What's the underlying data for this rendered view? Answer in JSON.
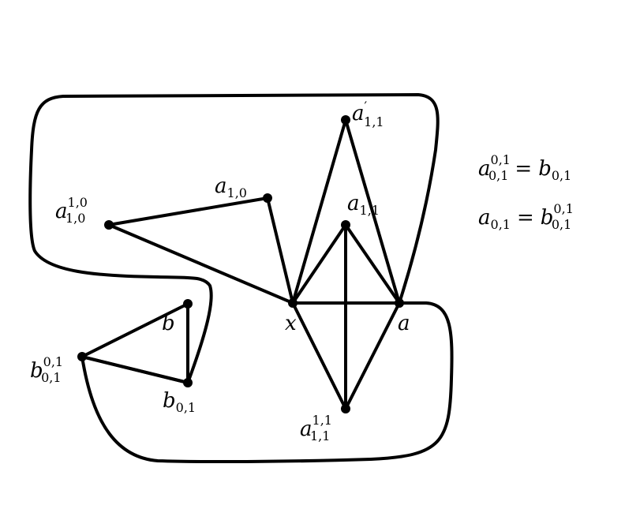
{
  "labels": {
    "a10": {
      "base": "a",
      "sub": "1,0",
      "sup": ""
    },
    "a10_sup": {
      "base": "a",
      "sub": "1,0",
      "sup": "1,0"
    },
    "a11_prime": {
      "base": "a",
      "sub": "1,1",
      "sup": "′"
    },
    "a11": {
      "base": "a",
      "sub": "1,1",
      "sup": ""
    },
    "a11_sup": {
      "base": "a",
      "sub": "1,1",
      "sup": "1,1"
    },
    "x": {
      "base": "x"
    },
    "a": {
      "base": "a"
    },
    "b": {
      "base": "b"
    },
    "b01": {
      "base": "b",
      "sub": "0,1",
      "sup": ""
    },
    "b01_sup": {
      "base": "b",
      "sub": "0,1",
      "sup": "0,1"
    }
  },
  "equations": {
    "eq1": {
      "lhs_base": "a",
      "lhs_sub": "0,1",
      "lhs_sup": "0,1",
      "op": "=",
      "rhs_base": "b",
      "rhs_sub": "0,1",
      "rhs_sup": ""
    },
    "eq2": {
      "lhs_base": "a",
      "lhs_sub": "0,1",
      "lhs_sup": "",
      "op": "=",
      "rhs_base": "b",
      "rhs_sub": "0,1",
      "rhs_sup": "0,1"
    }
  }
}
